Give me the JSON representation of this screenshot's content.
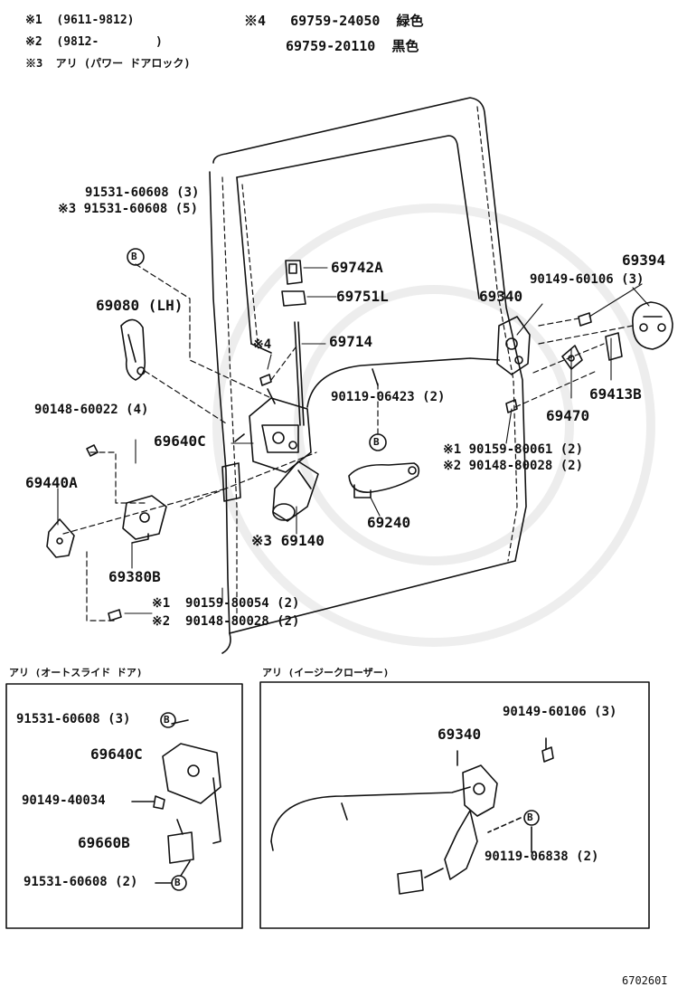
{
  "notes": {
    "n1": "※1  (9611-9812)",
    "n2": "※2  (9812-        )",
    "n3": "※3  アリ (パワー ドアロック)",
    "n4a": "※4   69759-24050  緑色",
    "n4b": "69759-20110  黒色"
  },
  "main_labels": {
    "p91531_3": "91531-60608 (3)",
    "p91531_5": "※3 91531-60608 (5)",
    "b1": "B",
    "p69742a": "69742A",
    "p69751l": "69751L",
    "p69394": "69394",
    "p90149_60106": "90149-60106 (3)",
    "p69340": "69340",
    "p69080": "69080 (LH)",
    "s4": "※4",
    "p69714": "69714",
    "p90119_06423": "90119-06423 (2)",
    "p69413b": "69413B",
    "p69470": "69470",
    "p90148_60022": "90148-60022 (4)",
    "p69640c": "69640C",
    "b2": "B",
    "s1a": "※1 90159-80061 (2)",
    "s2a": "※2 90148-80028 (2)",
    "p69440a": "69440A",
    "p69240": "69240",
    "p69140": "※3 69140",
    "p69380b": "69380B",
    "s1b": "※1  90159-80054 (2)",
    "s2b": "※2  90148-80028 (2)"
  },
  "left_box": {
    "title": "アリ (オートスライド ドア)",
    "l1": "91531-60608 (3)",
    "l2": "69640C",
    "l3": "90149-40034",
    "l4": "69660B",
    "l5": "91531-60608 (2)",
    "b": "B"
  },
  "right_box": {
    "title": "アリ (イージークローザー)",
    "r1": "90149-60106 (3)",
    "r2": "69340",
    "r3": "90119-06838 (2)",
    "b": "B"
  },
  "footer_code": "670260I"
}
